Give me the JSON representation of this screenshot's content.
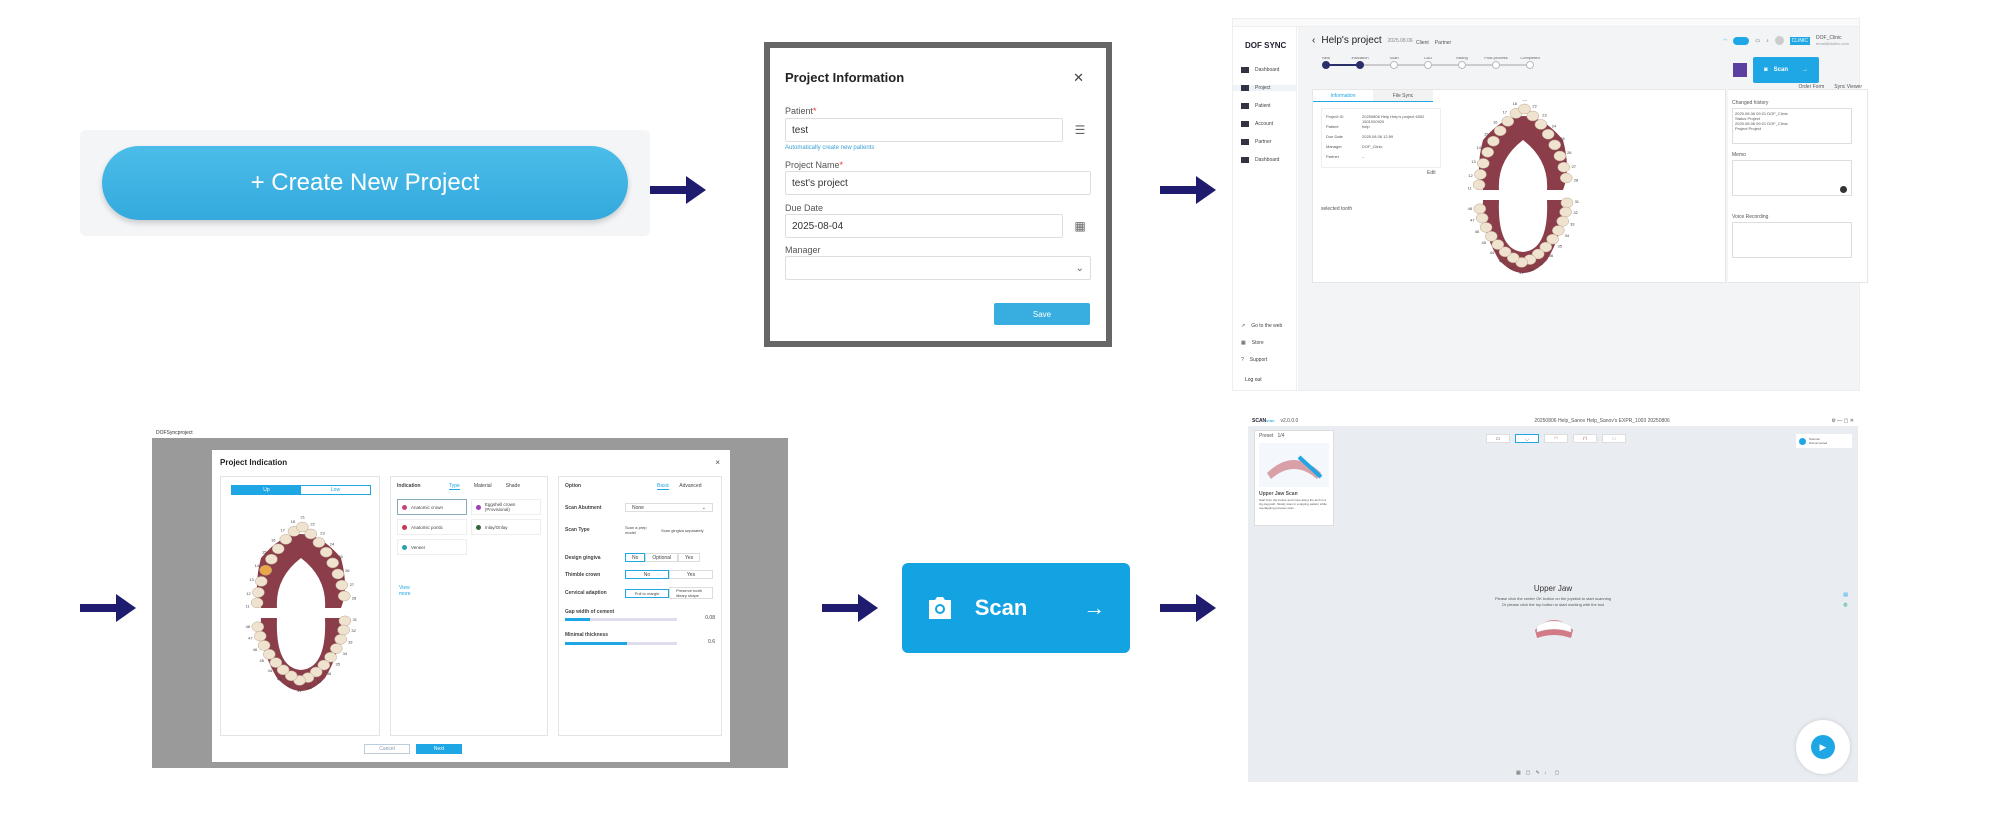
{
  "step1": {
    "button_label": "+ Create New Project"
  },
  "modal": {
    "title": "Project Information",
    "patient_label": "Patient",
    "patient_value": "test",
    "auto_create_link": "Automatically create new patients",
    "project_name_label": "Project Name",
    "project_name_value": "test's project",
    "due_date_label": "Due Date",
    "due_date_value": "2025-08-04",
    "manager_label": "Manager",
    "save_label": "Save"
  },
  "app": {
    "logo": "DOF SYNC",
    "title": "Help's project",
    "title_date": "2025.08.06",
    "client_label": "Client",
    "partner_label": "Partner",
    "user_name": "DOF_Clinic",
    "user_email": "email@dofinc.com",
    "sidebar": [
      "Dashboard",
      "Project",
      "Patient",
      "Account",
      "Partner",
      "Dashboard"
    ],
    "sidebar_bottom": [
      "Go to the web",
      "Store",
      "Support"
    ],
    "logout": "Log out",
    "steps": [
      "New",
      "Indication",
      "Scan",
      "CAD",
      "Milling",
      "Post-process",
      "Completed"
    ],
    "scan_label": "Scan",
    "tabs": [
      "Information",
      "File Sync"
    ],
    "order_form": "Order Form",
    "sync_viewer": "Sync Viewer",
    "info_keys": [
      "Project ID",
      "Patient",
      "Due Date",
      "Manager",
      "Partner"
    ],
    "info_vals": [
      "20250806 Help Help's project 6052 1501000920",
      "help",
      "2025.08.06 12:59",
      "DOF_Clinic",
      "–"
    ],
    "edit": "Edit",
    "selected_tooth": "selected tooth",
    "changed_history": "Changed history",
    "history": [
      "2025.08.06 09:21 DOF_Clinic",
      "Status Project",
      "2025.08.06 09:21 DOF_Clinic",
      "Project Project"
    ],
    "memo": "Memo",
    "voice": "Voice Recording",
    "tooth_numbers": [
      "11",
      "12",
      "13",
      "14",
      "15",
      "16",
      "17",
      "18",
      "21",
      "22",
      "23",
      "24",
      "25",
      "26",
      "27",
      "28",
      "31",
      "32",
      "33",
      "34",
      "35",
      "36",
      "37",
      "38",
      "41",
      "42",
      "43",
      "44",
      "45",
      "46",
      "47",
      "48"
    ]
  },
  "indication": {
    "window_title": "DOFSyncproject",
    "title": "Project Indication",
    "jaw_toggle": [
      "Up",
      "Low"
    ],
    "indication_title": "Indication",
    "ind_tabs": [
      "Type",
      "Material",
      "Shade"
    ],
    "items": [
      {
        "label": "Anatomic crown",
        "color": "#c2457f"
      },
      {
        "label": "Eggshell crown (Provisional)",
        "color": "#9b3fb8"
      },
      {
        "label": "Anatomic pontic",
        "color": "#c23a52"
      },
      {
        "label": "Inlay/Onlay",
        "color": "#2f6a3c"
      },
      {
        "label": "Veneer",
        "color": "#2aa0b0"
      }
    ],
    "view_more": "View more",
    "option_title": "Option",
    "opt_tabs": [
      "Basic",
      "Advanced"
    ],
    "scan_abutment": "Scan Abutment",
    "scan_abutment_value": "None",
    "scan_type": "Scan Type",
    "scan_type_a": "Scan a prep model",
    "scan_type_b": "Scan gingiva separately",
    "design_gingiva": "Design gingiva",
    "gingiva_opts": [
      "No",
      "Optional",
      "Yes"
    ],
    "thimble_crown": "Thimble crown",
    "thimble_opts": [
      "No",
      "Yes"
    ],
    "cervical": "Cervical adaption",
    "cervical_opts": [
      "Pull to margin",
      "Preserve tooth library shape"
    ],
    "gap": "Gap width of cement",
    "gap_value": "0.08",
    "gap_level": 0.22,
    "minimal": "Minimal thickness",
    "minimal_value": "0.6",
    "minimal_level": 0.55,
    "cancel": "Cancel",
    "next": "Next"
  },
  "scan_button": {
    "label": "Scan"
  },
  "scanapp": {
    "logo": "SCAN",
    "logo_sub": "SYNC",
    "version": "v2.0.0.0",
    "path": "20250806 Help_Sanov Help_Sanov's EXPR_1003 20250806",
    "preset": "Preset",
    "preset_num": "1/4",
    "upper_jaw_small": "Upper Jaw Scan",
    "hint_small": "Start from the incisor and move along the arch in a zig-zag path. Slowly scan in a sipping pattern while overlapping previous scan.",
    "starter": "Scanner",
    "starter_sub": "Disconnected",
    "center_title": "Upper Jaw",
    "center_text": "Please click the center OK button on the joystick to start scanning",
    "center_text2": "Or please click the top button to start working with the tool"
  },
  "colors": {
    "arrow": "#1f1b6e",
    "accent": "#38aee0",
    "scan_blue": "#13a2e2"
  }
}
